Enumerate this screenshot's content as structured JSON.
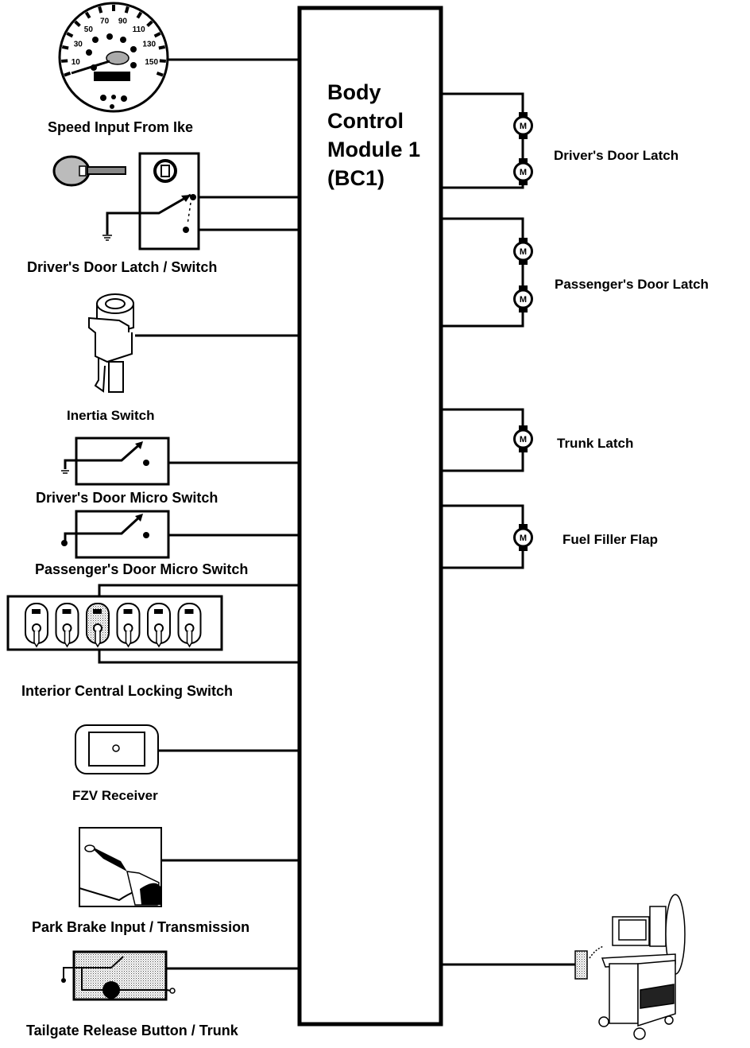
{
  "module": {
    "title_lines": [
      "Body",
      "Control",
      "Module 1",
      "(BC1)"
    ]
  },
  "inputs": [
    {
      "id": "speed",
      "label": "Speed Input From Ike",
      "icon": "speedometer-icon"
    },
    {
      "id": "drivers-door-latch-switch",
      "label": "Driver's Door Latch / Switch",
      "icon": "key-switch-icon"
    },
    {
      "id": "inertia",
      "label": "Inertia Switch",
      "icon": "inertia-switch-icon"
    },
    {
      "id": "drivers-micro",
      "label": "Driver's Door  Micro Switch",
      "icon": "micro-switch-icon"
    },
    {
      "id": "passengers-micro",
      "label": "Passenger's Door Micro Switch",
      "icon": "micro-switch-icon"
    },
    {
      "id": "interior-locking",
      "label": "Interior Central Locking Switch",
      "icon": "switch-panel-icon"
    },
    {
      "id": "fzv",
      "label": "FZV Receiver",
      "icon": "receiver-icon"
    },
    {
      "id": "park-brake",
      "label": "Park Brake Input / Transmission",
      "icon": "park-brake-icon"
    },
    {
      "id": "tailgate",
      "label": "Tailgate Release Button / Trunk",
      "icon": "tailgate-button-icon"
    }
  ],
  "outputs": [
    {
      "id": "drivers-door-latch",
      "label": "Driver's Door Latch",
      "motors": 2
    },
    {
      "id": "passengers-door-latch",
      "label": "Passenger's Door Latch",
      "motors": 2
    },
    {
      "id": "trunk-latch",
      "label": "Trunk Latch",
      "motors": 1
    },
    {
      "id": "fuel-filler-flap",
      "label": "Fuel Filler Flap",
      "motors": 1
    }
  ],
  "motor_symbol": "M",
  "speedometer_ticks": [
    "10",
    "30",
    "50",
    "70",
    "90",
    "110",
    "130",
    "150"
  ],
  "diagnostic_device": {
    "icon": "diagnostic-tester-icon"
  }
}
